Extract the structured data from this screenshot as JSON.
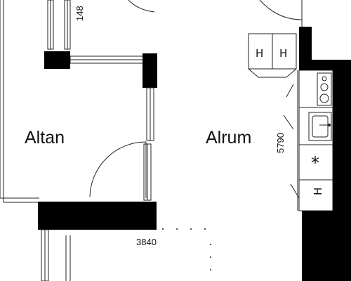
{
  "rooms": {
    "altan": "Altan",
    "alrum": "Alrum"
  },
  "dimensions": {
    "top_left": "148",
    "bottom": "3840",
    "right": "5790"
  },
  "fixtures": {
    "cabinet_left": "H",
    "cabinet_right": "H",
    "counter_cabinet": "H",
    "fridge_symbol": "*"
  }
}
